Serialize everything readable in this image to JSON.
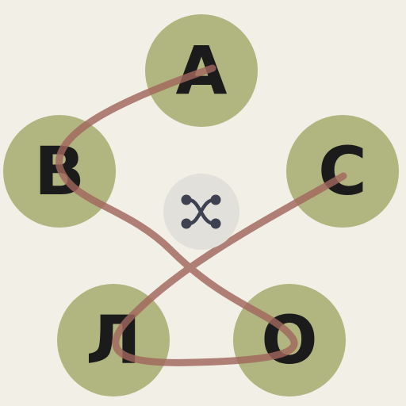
{
  "letters": {
    "a": "А",
    "b": "В",
    "c": "С",
    "l": "Л",
    "o": "О"
  },
  "swipe_sequence": [
    "c",
    "l",
    "o",
    "b",
    "a"
  ],
  "colors": {
    "background": "#f2efe6",
    "tile": "#b1b57f",
    "letter": "#1b1b1b",
    "swipe_path": "#a0675c",
    "shuffle_bg": "#e2e0da",
    "shuffle_icon": "#3e4150"
  },
  "icons": {
    "shuffle": "shuffle-icon"
  }
}
